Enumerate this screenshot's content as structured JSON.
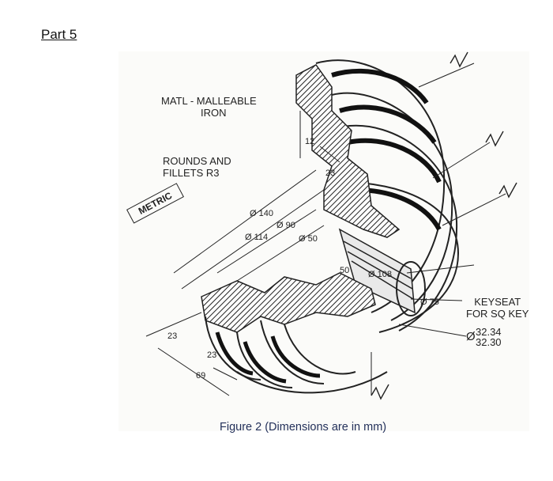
{
  "heading": "Part 5",
  "caption": "Figure 2 (Dimensions are in mm)",
  "notes": {
    "material_line1": "MATL - MALLEABLE",
    "material_line2": "IRON",
    "rounds_line1": "ROUNDS AND",
    "rounds_line2": "FILLETS R3",
    "metric": "METRIC",
    "keyseat_line1": "KEYSEAT",
    "keyseat_line2": "FOR SQ KEY",
    "keyseat_dia_symbol": "Ø",
    "keyseat_upper": "32.34",
    "keyseat_lower": "32.30"
  },
  "dimensions": {
    "d140": "Ø 140",
    "d114": "Ø 114",
    "d90": "Ø 90",
    "d50": "Ø 50",
    "d108": "Ø 108",
    "d75": "Ø 75",
    "v12": "12",
    "v23_top": "23",
    "v50": "50",
    "v23_left": "23",
    "v23_mid": "23",
    "v69": "69"
  },
  "colors": {
    "ink": "#222222",
    "caption": "#23305a",
    "paper": "#fbfbf9"
  }
}
